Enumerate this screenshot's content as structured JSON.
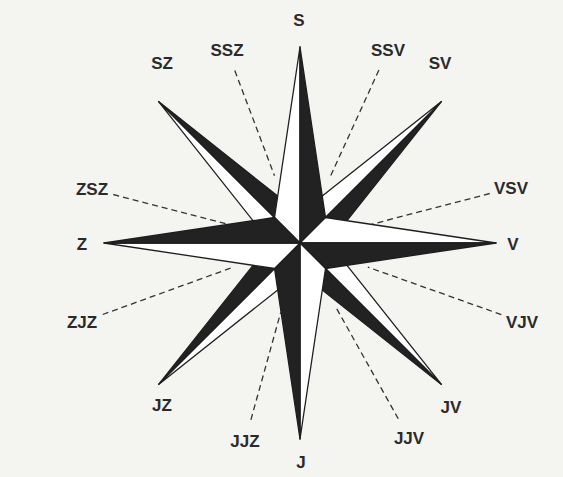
{
  "diagram": {
    "labels": [
      "S",
      "SSV",
      "SV",
      "VSV",
      "V",
      "VJV",
      "JV",
      "JJV",
      "J",
      "JJZ",
      "JZ",
      "ZJZ",
      "Z",
      "ZSZ",
      "SZ",
      "SSZ"
    ]
  }
}
